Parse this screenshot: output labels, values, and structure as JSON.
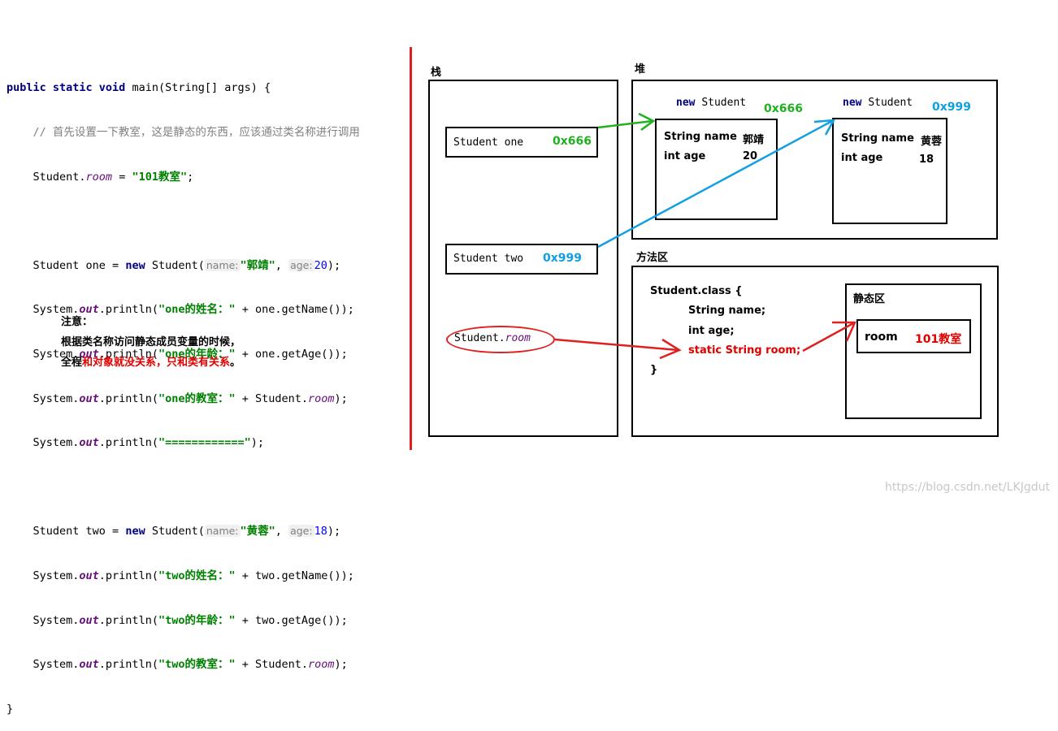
{
  "code": {
    "line1": {
      "kw1": "public static void",
      "rest": " main(String[] args) {"
    },
    "line2": "    // 首先设置一下教室，这是静态的东西，应该通过类名称进行调用",
    "line3": {
      "a": "    Student.",
      "field": "room",
      "b": " = ",
      "str": "\"101教室\"",
      "c": ";"
    },
    "line5": {
      "a": "    Student one = ",
      "kw": "new",
      "b": " Student(",
      "hint1": "name:",
      "str": "\"郭靖\"",
      "c": ", ",
      "hint2": "age:",
      "num": "20",
      "d": ");"
    },
    "line6": {
      "a": "    System.",
      "out": "out",
      "b": ".println(",
      "str": "\"one的姓名：\"",
      "c": " + one.getName());"
    },
    "line7": {
      "a": "    System.",
      "out": "out",
      "b": ".println(",
      "str": "\"one的年龄：\"",
      "c": " + one.getAge());"
    },
    "line8": {
      "a": "    System.",
      "out": "out",
      "b": ".println(",
      "str": "\"one的教室：\"",
      "c": " + Student.",
      "field": "room",
      "d": ");"
    },
    "line9": {
      "a": "    System.",
      "out": "out",
      "b": ".println(",
      "str": "\"============\"",
      "c": ");"
    },
    "line11": {
      "a": "    Student two = ",
      "kw": "new",
      "b": " Student(",
      "hint1": "name:",
      "str": "\"黄蓉\"",
      "c": ", ",
      "hint2": "age:",
      "num": "18",
      "d": ");"
    },
    "line12": {
      "a": "    System.",
      "out": "out",
      "b": ".println(",
      "str": "\"two的姓名：\"",
      "c": " + two.getName());"
    },
    "line13": {
      "a": "    System.",
      "out": "out",
      "b": ".println(",
      "str": "\"two的年龄：\"",
      "c": " + two.getAge());"
    },
    "line14": {
      "a": "    System.",
      "out": "out",
      "b": ".println(",
      "str": "\"two的教室：\"",
      "c": " + Student.",
      "field": "room",
      "d": ");"
    },
    "line15": "}"
  },
  "note": {
    "title": "注意：",
    "line1": "根据类名称访问静态成员变量的时候，",
    "line2_prefix": "全程",
    "line2_red": "和对象就没关系，只和类有关系",
    "line2_suffix": "。"
  },
  "diagram": {
    "stack_label": "栈",
    "heap_label": "堆",
    "method_area_label": "方法区",
    "stack": {
      "one_text": "Student one",
      "one_addr": "0x666",
      "two_text": "Student two",
      "two_addr": "0x999",
      "room_prefix": "Student.",
      "room_field": "room"
    },
    "heap": {
      "obj1": {
        "new_kw": "new",
        "class": "Student",
        "addr": "0x666",
        "f1_label": "String name",
        "f1_value": "郭靖",
        "f2_label": "int age",
        "f2_value": "20"
      },
      "obj2": {
        "new_kw": "new",
        "class": "Student",
        "addr": "0x999",
        "f1_label": "String name",
        "f1_value": "黄蓉",
        "f2_label": "int age",
        "f2_value": "18"
      }
    },
    "method_area": {
      "class_decl": "Student.class {",
      "f1": "String name;",
      "f2": "int age;",
      "f3": "static String room;",
      "close": "}",
      "static_label": "静态区",
      "room_label": "room",
      "room_value": "101教室"
    },
    "colors": {
      "green": "#20b020",
      "blue": "#10a0e0",
      "red": "#e02020"
    }
  },
  "watermark": "https://blog.csdn.net/LKJgdut"
}
